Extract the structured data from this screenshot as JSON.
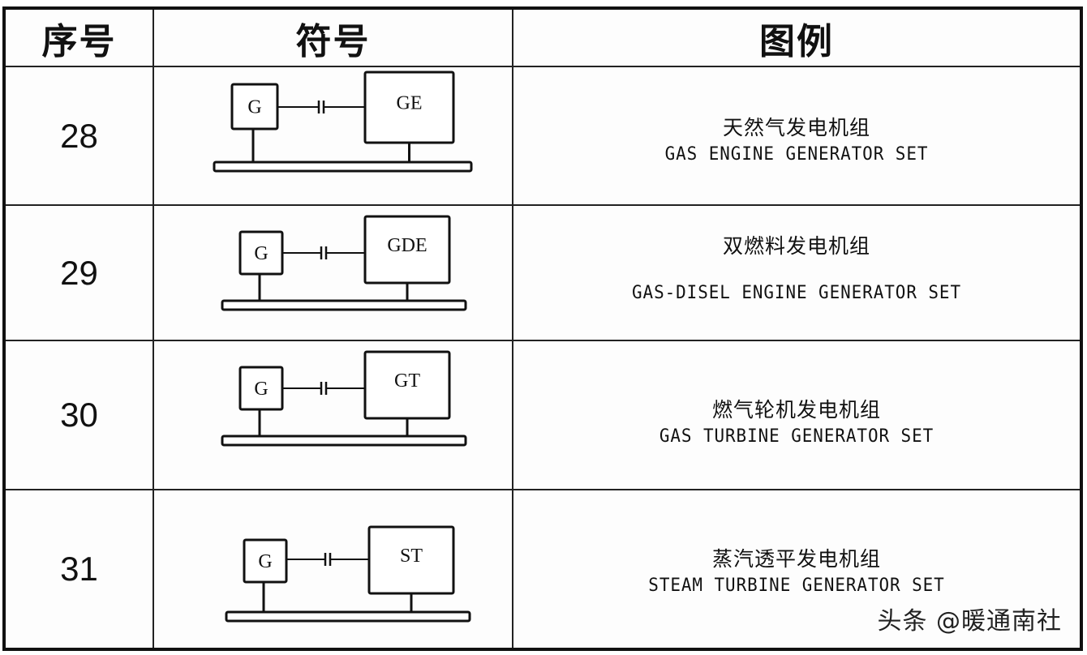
{
  "table": {
    "headers": {
      "index": "序号",
      "symbol": "符号",
      "legend": "图例"
    },
    "rows": [
      {
        "number": "28",
        "symbol": {
          "left_box": "G",
          "right_box": "GE"
        },
        "name_cn": "天然气发电机组",
        "name_en": "GAS ENGINE GENERATOR SET"
      },
      {
        "number": "29",
        "symbol": {
          "left_box": "G",
          "right_box": "GDE"
        },
        "name_cn": "双燃料发电机组",
        "name_en": "GAS-DISEL ENGINE GENERATOR SET"
      },
      {
        "number": "30",
        "symbol": {
          "left_box": "G",
          "right_box": "GT"
        },
        "name_cn": "燃气轮机发电机组",
        "name_en": "GAS TURBINE GENERATOR SET"
      },
      {
        "number": "31",
        "symbol": {
          "left_box": "G",
          "right_box": "ST"
        },
        "name_cn": "蒸汽透平发电机组",
        "name_en": "STEAM TURBINE GENERATOR SET"
      }
    ]
  },
  "watermark": "头条 @暖通南社"
}
